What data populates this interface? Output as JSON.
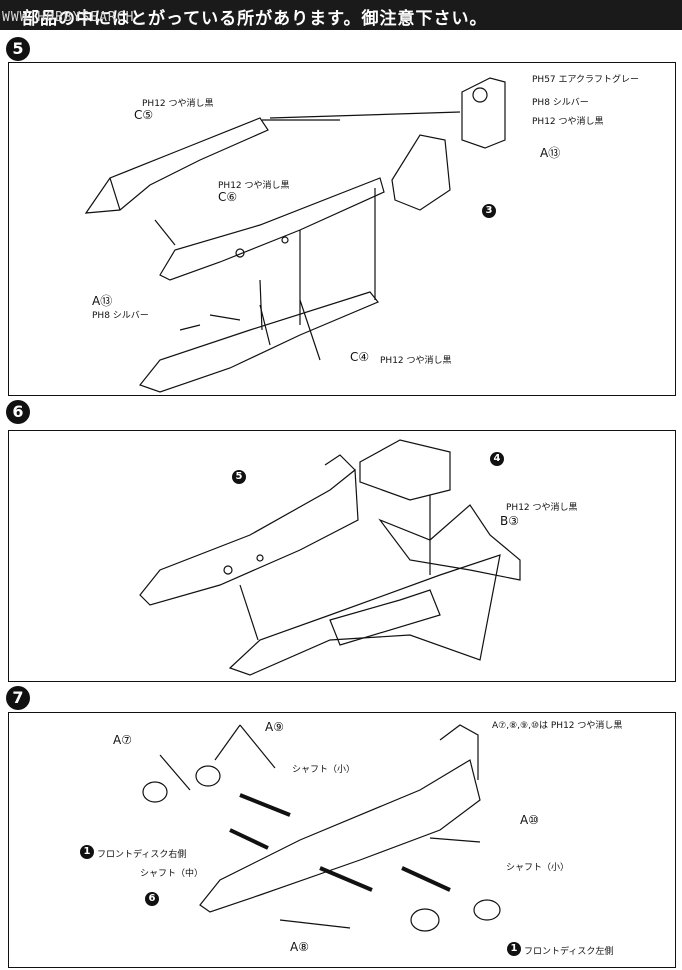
{
  "header": {
    "note": "部品の中にはとがっている所があります。御注意下さい。",
    "watermark": "WWW.HOBBYSEARCH"
  },
  "step5": {
    "number": "5",
    "labels": {
      "c5_paint": "PH12 つや消し黒",
      "c5_part": "C⑤",
      "c6_paint": "PH12 つや消し黒",
      "c6_part": "C⑥",
      "a13_left_part": "A⑬",
      "a13_left_paint": "PH8 シルバー",
      "c4_part": "C④",
      "c4_paint": "PH12 つや消し黒",
      "seat_paint1": "PH57 エアクラフトグレー",
      "seat_paint2": "PH8 シルバー",
      "seat_paint3": "PH12 つや消し黒",
      "a13_right_part": "A⑬",
      "sub_step": "3"
    }
  },
  "step6": {
    "number": "6",
    "labels": {
      "sub5": "5",
      "sub4": "4",
      "b3_paint": "PH12 つや消し黒",
      "b3_part": "B③"
    }
  },
  "step7": {
    "number": "7",
    "labels": {
      "paint_note": "A⑦,⑧,⑨,⑩は PH12 つや消し黒",
      "a7": "A⑦",
      "a9": "A⑨",
      "shaft_small_top": "シャフト（小）",
      "front_disc_right": "フロントディスク右側",
      "shaft_mid": "シャフト（中）",
      "sub6": "6",
      "a10": "A⑩",
      "shaft_small_bottom": "シャフト（小）",
      "a8": "A⑧",
      "front_disc_left": "フロントディスク左側",
      "disc_bullet_r": "1",
      "disc_bullet_l": "1"
    }
  }
}
